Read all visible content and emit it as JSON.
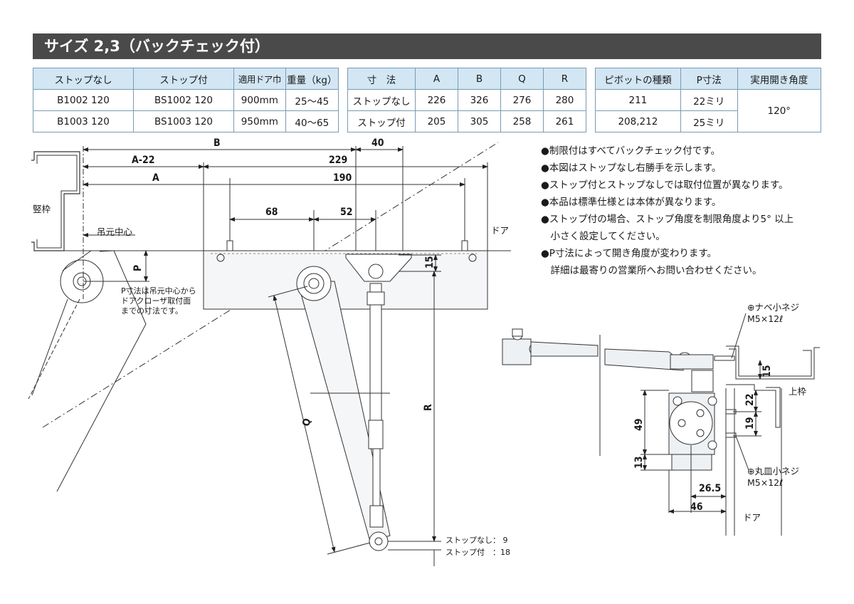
{
  "title": "サイズ 2,3（バックチェック付）",
  "table1": {
    "headers": [
      "ストップなし",
      "ストップ付",
      "適用ドア巾",
      "重量（kg）"
    ],
    "rows": [
      [
        "B1002 120",
        "BS1002 120",
        "900mm",
        "25〜45"
      ],
      [
        "B1003 120",
        "BS1003 120",
        "950mm",
        "40〜65"
      ]
    ]
  },
  "table2": {
    "headers": [
      "寸　法",
      "A",
      "B",
      "Q",
      "R"
    ],
    "rows": [
      [
        "ストップなし",
        "226",
        "326",
        "276",
        "280"
      ],
      [
        "ストップ付",
        "205",
        "305",
        "258",
        "261"
      ]
    ]
  },
  "table3": {
    "headers": [
      "ピボットの種類",
      "P寸法",
      "実用開き角度"
    ],
    "rows": [
      [
        "211",
        "22ミリ",
        "120°"
      ],
      [
        "208,212",
        "25ミリ",
        ""
      ]
    ]
  },
  "notes": [
    "●制限付はすべてバックチェック付です。",
    "●本図はストップなし右勝手を示します。",
    "●ストップ付とストップなしでは取付位置が異なります。",
    "●本品は標準仕様とは本体が異なります。",
    "●ストップ付の場合、ストップ角度を制限角度より5° 以上",
    "　小さく設定してください。",
    "●P寸法によって開き角度が変わります。",
    "　詳細は最寄りの営業所へお問い合わせください。"
  ],
  "main_dims": {
    "B": "B",
    "d40": "40",
    "a22": "A-22",
    "d229": "229",
    "A": "A",
    "d190": "190",
    "d68": "68",
    "d52": "52",
    "P": "P",
    "d15": "15",
    "Q": "Q",
    "R": "R"
  },
  "main_labels": {
    "frame": "竪枠",
    "pivot_center": "吊元中心",
    "door": "ドア",
    "p_note": [
      "P寸法は吊元中心から",
      "ドアクローザ取付面",
      "までの寸法です。"
    ],
    "stop_none": "ストップなし：  9",
    "stop_with": "ストップ付　：18"
  },
  "side_view": {
    "screw_top": "⊕ナベ小ネジ",
    "screw_top_size": "M5×12ℓ",
    "screw_bottom": "⊕丸皿小ネジ",
    "screw_bottom_size": "M5×12ℓ",
    "upper_frame": "上枠",
    "door": "ドア",
    "d15": "15",
    "d22": "22",
    "d19": "19",
    "d49": "49",
    "d13": "13",
    "d265": "26.5",
    "d46": "46"
  }
}
